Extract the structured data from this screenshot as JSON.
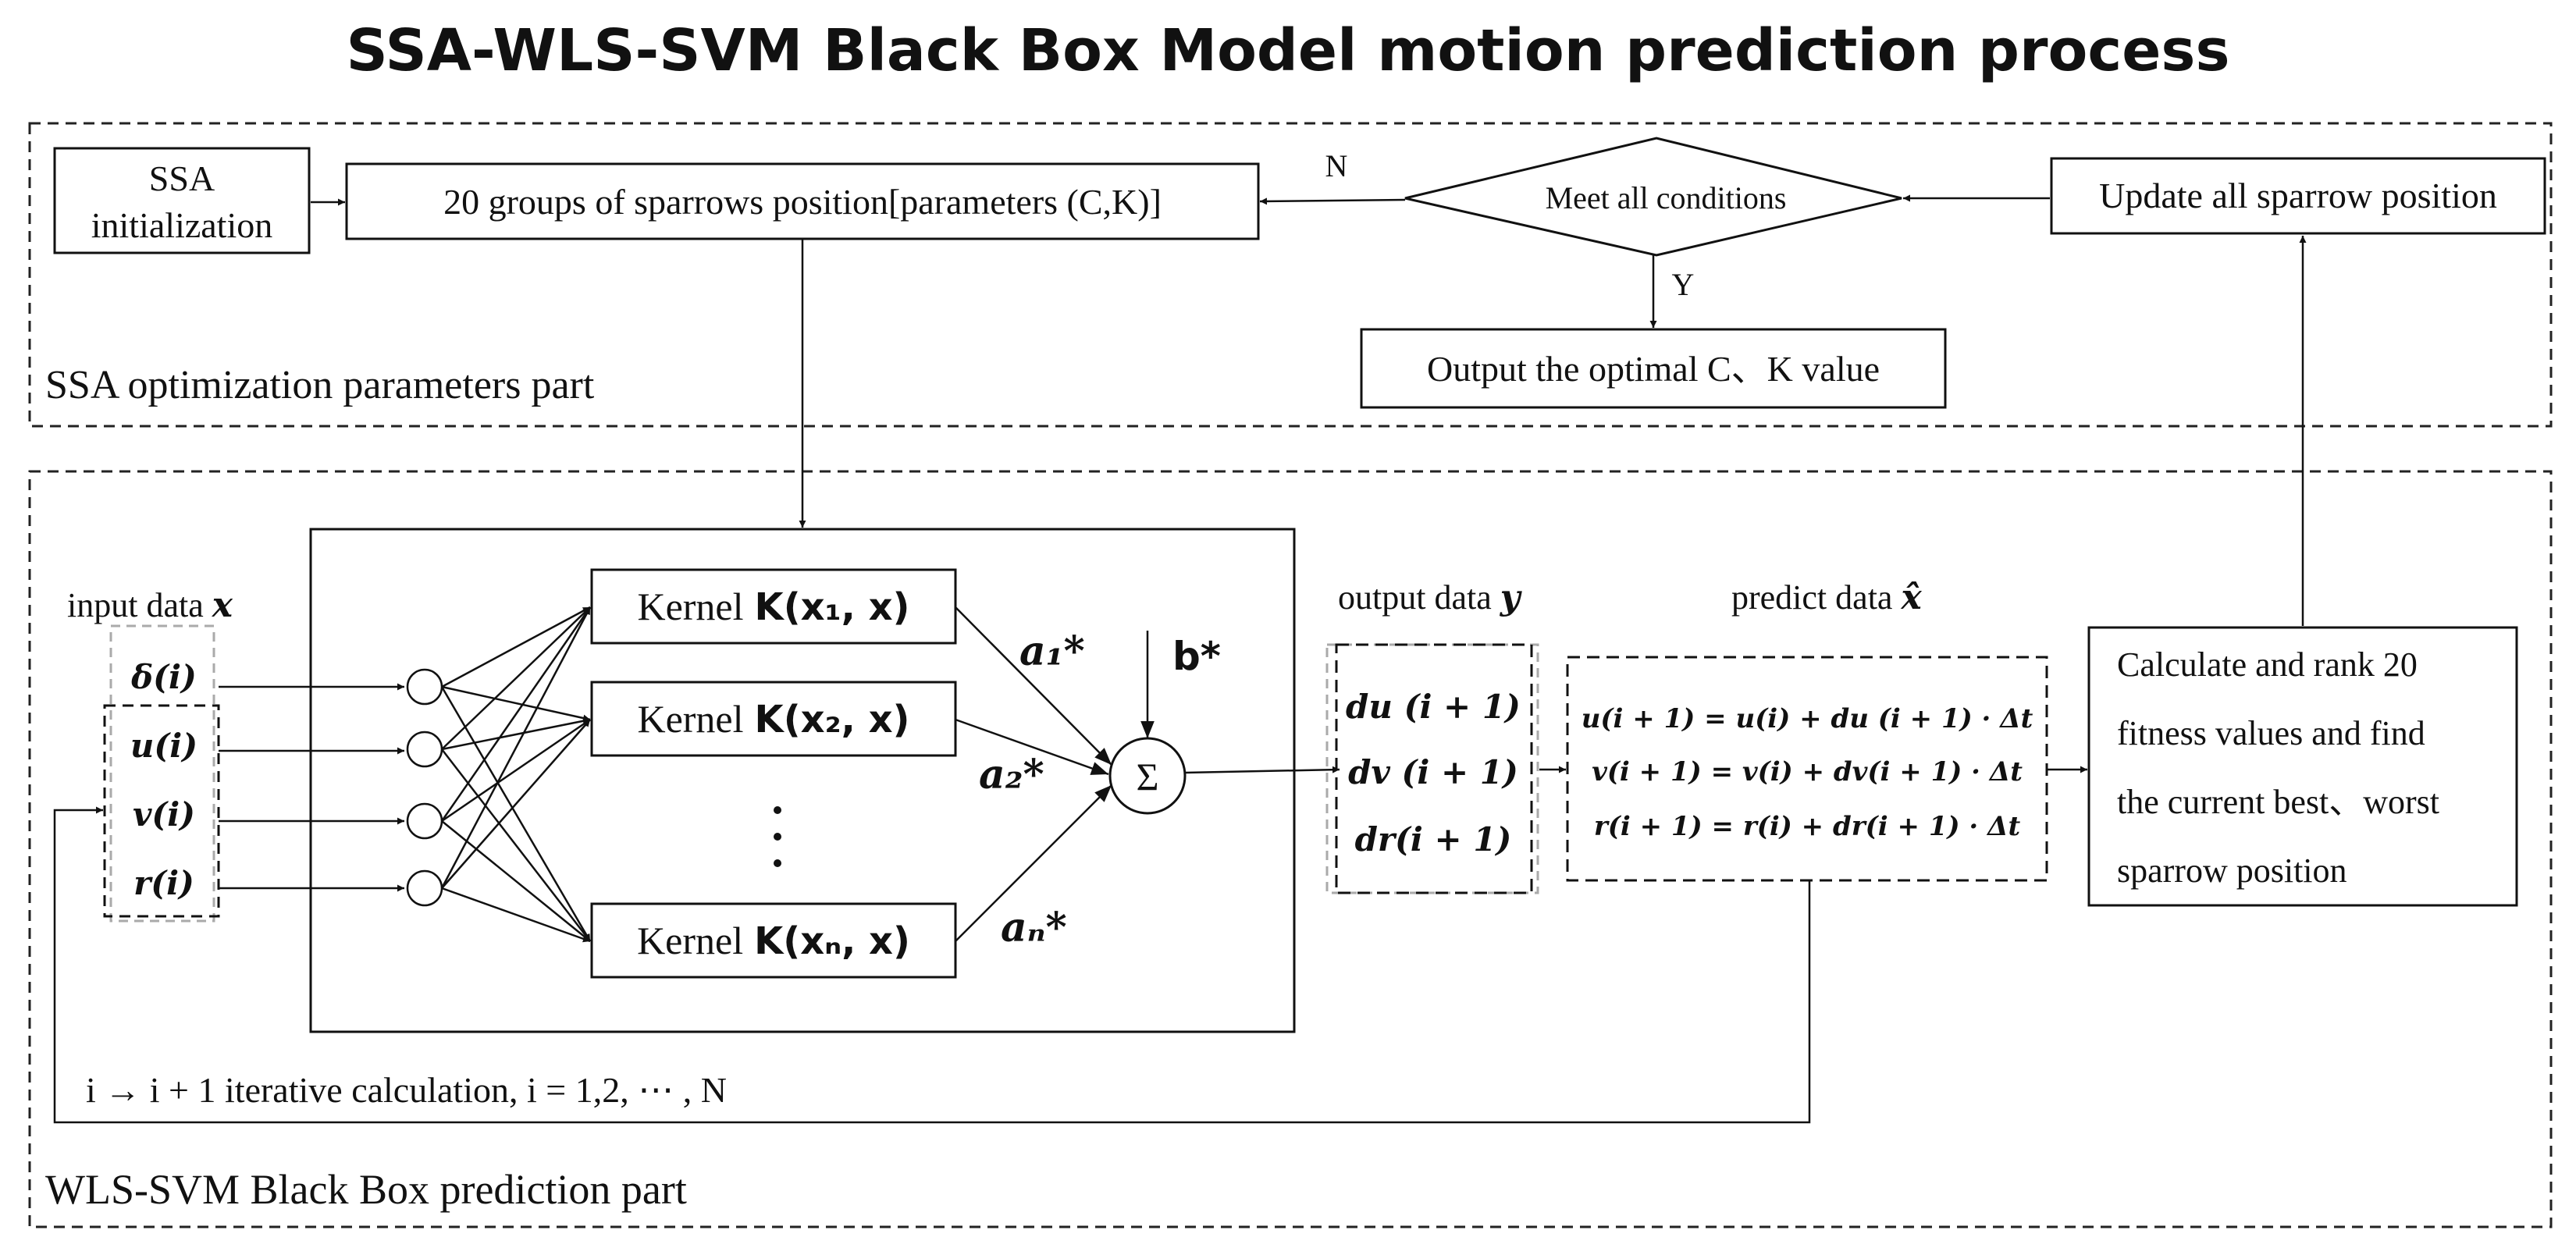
{
  "title": "SSA-WLS-SVM Black Box Model motion prediction process",
  "ssa_part": {
    "label": "SSA optimization parameters part",
    "init_line1": "SSA",
    "init_line2": "initialization",
    "sparrows": "20 groups of sparrows position[parameters (C,K)]",
    "decision": "Meet all conditions",
    "no": "N",
    "yes": "Y",
    "update": "Update all sparrow position",
    "output_optimal": "Output the optimal C、K value"
  },
  "wls_part": {
    "label": "WLS-SVM Black Box prediction part",
    "input_label": "input data ",
    "input_var": "x",
    "inputs": [
      "δ(i)",
      "u(i)",
      "v(i)",
      "r(i)"
    ],
    "kernel_word": "Kernel",
    "kernels": [
      "K(x₁, x)",
      "K(x₂, x)",
      "K(xₙ, x)"
    ],
    "weights": [
      "a₁*",
      "a₂*",
      "aₙ*"
    ],
    "bias": "b*",
    "sum": "Σ",
    "output_label": "output data ",
    "output_var": "y",
    "outputs": [
      "du (i + 1)",
      "dv (i + 1)",
      "dr(i + 1)"
    ],
    "predict_label": "predict data ",
    "predict_var": "x̂",
    "predicts": [
      "u(i + 1) = u(i) + du (i + 1) · Δt",
      "v(i + 1) = v(i) + dv(i + 1) · Δt",
      "r(i + 1) = r(i) + dr(i + 1) · Δt"
    ],
    "fitness_lines": [
      "Calculate and rank  20",
      "fitness values and find",
      "the current best、worst",
      "sparrow position"
    ],
    "iteration": "i → i + 1 iterative calculation,  i = 1,2, ⋯ , N"
  }
}
